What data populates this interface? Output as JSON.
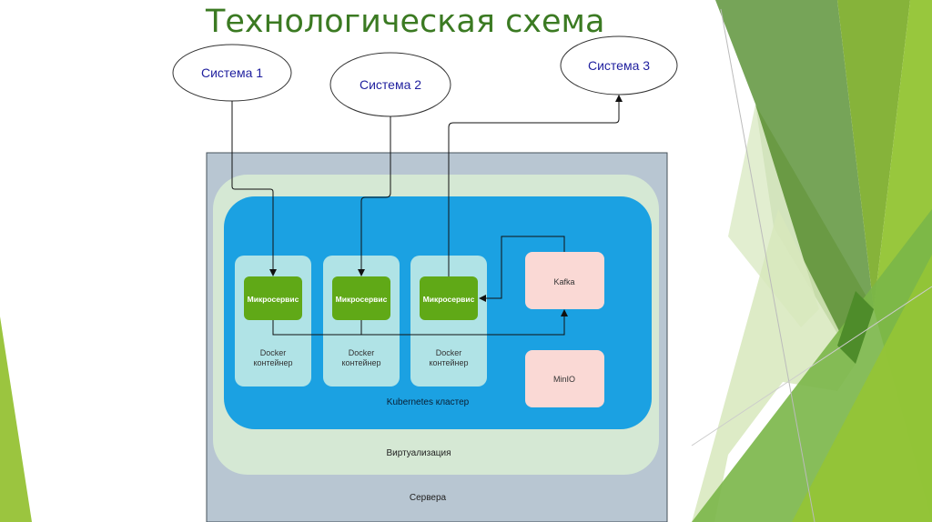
{
  "slide": {
    "title": "Технологическая схема",
    "colors": {
      "title": "#3b7a22",
      "servers_bg": "#b8c6d2",
      "virtualization_bg": "#d5e8d4",
      "kubernetes_bg": "#1ba1e2",
      "container_bg": "#b0e3e6",
      "microservice_bg": "#60a917",
      "kafka_bg": "#fad9d5",
      "minio_bg": "#fad9d5",
      "system_text": "#1f1f9e"
    }
  },
  "diagram": {
    "systems": [
      {
        "label": "Система 1"
      },
      {
        "label": "Система 2"
      },
      {
        "label": "Система 3"
      }
    ],
    "layers": {
      "servers": "Сервера",
      "virtualization": "Виртуализация",
      "kubernetes": "Kubernetes кластер"
    },
    "containers": [
      {
        "microservice": "Микросервис",
        "line1": "Docker",
        "line2": "контейнер"
      },
      {
        "microservice": "Микросервис",
        "line1": "Docker",
        "line2": "контейнер"
      },
      {
        "microservice": "Микросервис",
        "line1": "Docker",
        "line2": "контейнер"
      }
    ],
    "kafka": "Kafka",
    "minio": "MinIO",
    "connections": [
      {
        "from": "Система 1",
        "to": "Микросервис 1"
      },
      {
        "from": "Система 2",
        "to": "Микросервис 2"
      },
      {
        "from": "Микросервис 3",
        "to": "Система 3"
      },
      {
        "from": "Kafka",
        "to": "Микросервис 3"
      },
      {
        "from": "Микросервис 1",
        "to": "Kafka"
      },
      {
        "from": "Микросервис 2",
        "to": "Kafka"
      }
    ]
  }
}
